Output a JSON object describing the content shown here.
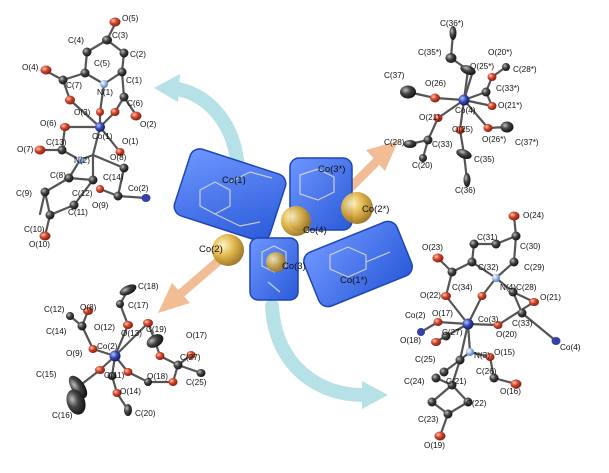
{
  "center_labels": {
    "co1": "Co(1)",
    "co2": "Co(2)",
    "co3": "Co(3)",
    "co4": "Co(4)",
    "co3s": "Co(3*)",
    "co2s": "Co(2*)",
    "co1s": "Co(1*)"
  },
  "top_left": {
    "o5": "O(5)",
    "c4": "C(4)",
    "c3": "C(3)",
    "o4": "O(4)",
    "c5": "C(5)",
    "c2": "C(2)",
    "c7": "C(7)",
    "n1": "N(1)",
    "c1": "C(1)",
    "o3": "O(3)",
    "c6": "C(6)",
    "o6": "O(6)",
    "co1": "Co(1)",
    "o2": "O(2)",
    "o1": "O(1)",
    "c13": "C(13)",
    "o8": "O(8)",
    "o7": "O(7)",
    "n2": "N(2)",
    "c8": "C(8)",
    "c14": "C(14)",
    "co2": "Co(2)",
    "c9": "C(9)",
    "c12": "C(12)",
    "o9": "O(9)",
    "c11": "C(11)",
    "c10": "C(10)",
    "o10": "O(10)"
  },
  "top_right": {
    "c36s": "C(36*)",
    "c35s": "C(35*)",
    "o20s": "O(20*)",
    "c37": "C(37)",
    "o26": "O(26)",
    "o25s": "O(25*)",
    "c28s": "C(28*)",
    "c33s": "C(33*)",
    "co4": "Co(4)",
    "o21s": "O(21*)",
    "o21": "O(21)",
    "c28": "C(28)",
    "c33": "C(33)",
    "o25": "O(25)",
    "o26s": "O(26*)",
    "c37s": "C(37*)",
    "c20": "C(20)",
    "c35": "C(35)",
    "c36": "C(36)"
  },
  "bottom_left": {
    "c18": "C(18)",
    "c17": "C(17)",
    "c12": "C(12)",
    "o8": "O(8)",
    "c14": "C(14)",
    "o12": "O(12)",
    "o13": "O(13)",
    "c19": "C(19)",
    "o17": "O(17)",
    "o9": "O(9)",
    "co2": "Co(2)",
    "c27": "C(27)",
    "o11": "O(11)",
    "c15": "C(15)",
    "o18": "O(18)",
    "c25": "C(25)",
    "o14": "O(14)",
    "c16": "C(16)",
    "c20": "C(20)"
  },
  "bottom_right": {
    "o24": "O(24)",
    "o23": "O(23)",
    "c31": "C(31)",
    "c30": "C(30)",
    "c32": "C(32)",
    "c29": "C(29)",
    "c34": "C(34)",
    "n4": "N(4)",
    "c28": "C(28)",
    "o22": "O(22)",
    "o21": "O(21)",
    "co2": "Co(2)",
    "o17": "O(17)",
    "co3": "Co(3)",
    "c33": "C(33)",
    "o18": "O(18)",
    "c27": "C(27)",
    "o20": "O(20)",
    "co4": "Co(4)",
    "n3": "N(3)",
    "o15": "O(15)",
    "c25": "C(25)",
    "c26": "C(26)",
    "c24": "C(24)",
    "c21": "C(21)",
    "o16": "O(16)",
    "c22": "C(22)",
    "c23": "C(23)",
    "o19": "O(19)"
  },
  "colors": {
    "carbon": "#2f2f2f",
    "oxygen": "#c8402a",
    "nitrogen": "#7aa2d8",
    "cobalt": "#2f3f9a",
    "block_blue": "#3f6fe6",
    "gold": "#d9ad3c",
    "teal_arrow": "#a9d9de",
    "peach_arrow": "#f0b78c"
  }
}
